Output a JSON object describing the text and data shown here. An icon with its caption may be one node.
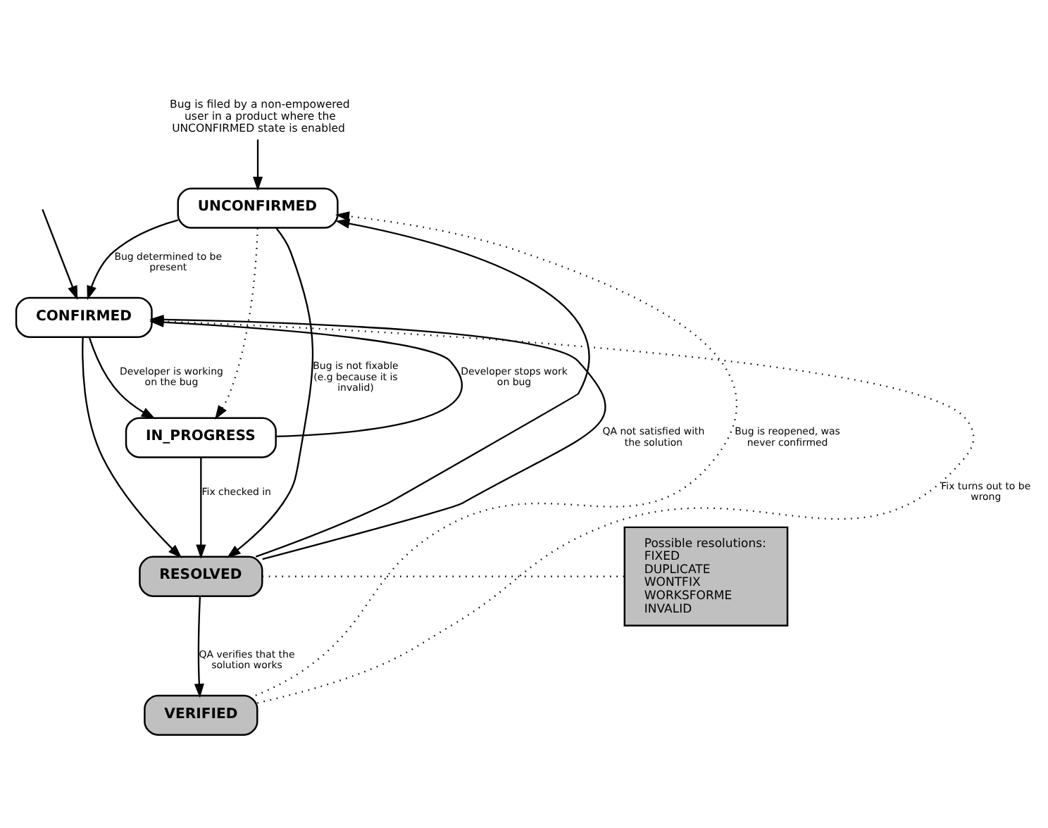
{
  "diagram": {
    "nodes": [
      {
        "text": [
          "Bug is filed by a non-empowered user in a product where the UNCONFIRMED state is enabled"
        ]
      },
      {
        "text": [
          "UNCONFIRMED"
        ]
      },
      {
        "text": [
          "CONFIRMED"
        ]
      },
      {
        "text": [
          "IN_PROGRESS"
        ]
      },
      {
        "text": [
          "RESOLVED"
        ]
      },
      {
        "text": [
          "VERIFIED"
        ]
      },
      {
        "text": [
          "Possible resolutions:",
          "FIXED",
          "DUPLICATE",
          "WONTFIX",
          "WORKSFORME",
          "INVALID"
        ]
      }
    ],
    "edges": [
      {
        "from": null,
        "to": 2,
        "arrow": "to"
      },
      {
        "from": 0,
        "to": 1,
        "arrow": "to"
      },
      {
        "from": 1,
        "to": 2,
        "arrow": "to",
        "label": "Bug determined to be present"
      },
      {
        "from": 2,
        "to": 3,
        "arrow": "to",
        "label": "Developer is working on the bug"
      },
      {
        "from": 3,
        "to": 2,
        "arrow": "to",
        "label": "Developer stops work on bug"
      },
      {
        "from": 3,
        "to": 4,
        "arrow": "to",
        "label": "Fix checked in"
      },
      {
        "from": 2,
        "to": 4,
        "arrow": "to"
      },
      {
        "from": 4,
        "to": 2,
        "arrow": "to",
        "label": "QA not satisfied with the solution"
      },
      {
        "from": 1,
        "to": 3,
        "arrow": "to",
        "style": "dashed"
      },
      {
        "from": 4,
        "to": 1,
        "arrow": "to"
      },
      {
        "from": 1,
        "to": 4,
        "arrow": "to",
        "label": "Bug is not fixable (e.g because it is invalid)"
      },
      {
        "from": 4,
        "to": 5,
        "arrow": "to",
        "label": "QA verifies that the solution works"
      },
      {
        "from": 5,
        "to": 2,
        "arrow": "to",
        "style": "dashed",
        "label": "Fix turns out to be wrong"
      },
      {
        "from": 5,
        "to": 1,
        "arrow": "to",
        "style": "dashed",
        "label": "Bug is reopened, was never confirmed"
      },
      {
        "from": 6,
        "to": 4,
        "arrow": "none",
        "style": "dashed"
      }
    ]
  }
}
